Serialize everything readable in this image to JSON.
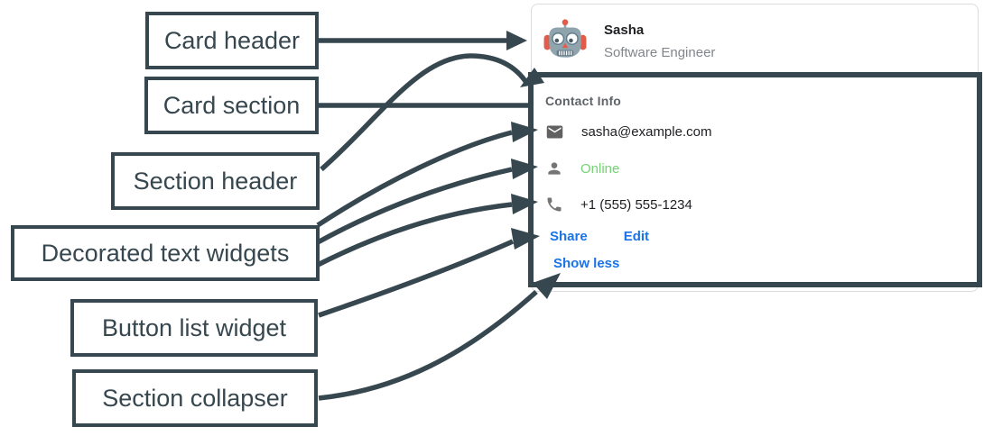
{
  "diagram": {
    "annotation_color": "#37474F",
    "labels": [
      {
        "id": "card-header",
        "text": "Card header"
      },
      {
        "id": "card-section",
        "text": "Card section"
      },
      {
        "id": "section-header",
        "text": "Section header"
      },
      {
        "id": "decorated-text-widgets",
        "text": "Decorated text widgets"
      },
      {
        "id": "button-list-widget",
        "text": "Button list widget"
      },
      {
        "id": "section-collapser",
        "text": "Section collapser"
      }
    ]
  },
  "card": {
    "header": {
      "avatar_icon": "robot-avatar",
      "title": "Sasha",
      "subtitle": "Software Engineer",
      "title_color": "#202124",
      "subtitle_color": "#80868B"
    },
    "section": {
      "header": "Contact Info",
      "header_color": "#5F6368",
      "widgets": [
        {
          "icon": "email-icon",
          "text": "sasha@example.com",
          "text_color": "#202124"
        },
        {
          "icon": "person-icon",
          "text": "Online",
          "text_color": "#76D275"
        },
        {
          "icon": "phone-icon",
          "text": "+1 (555) 555-1234",
          "text_color": "#202124"
        }
      ],
      "buttons": [
        {
          "label": "Share"
        },
        {
          "label": "Edit"
        }
      ],
      "collapser_label": "Show less",
      "link_color": "#1A73E8",
      "icon_color": "#757575"
    }
  }
}
